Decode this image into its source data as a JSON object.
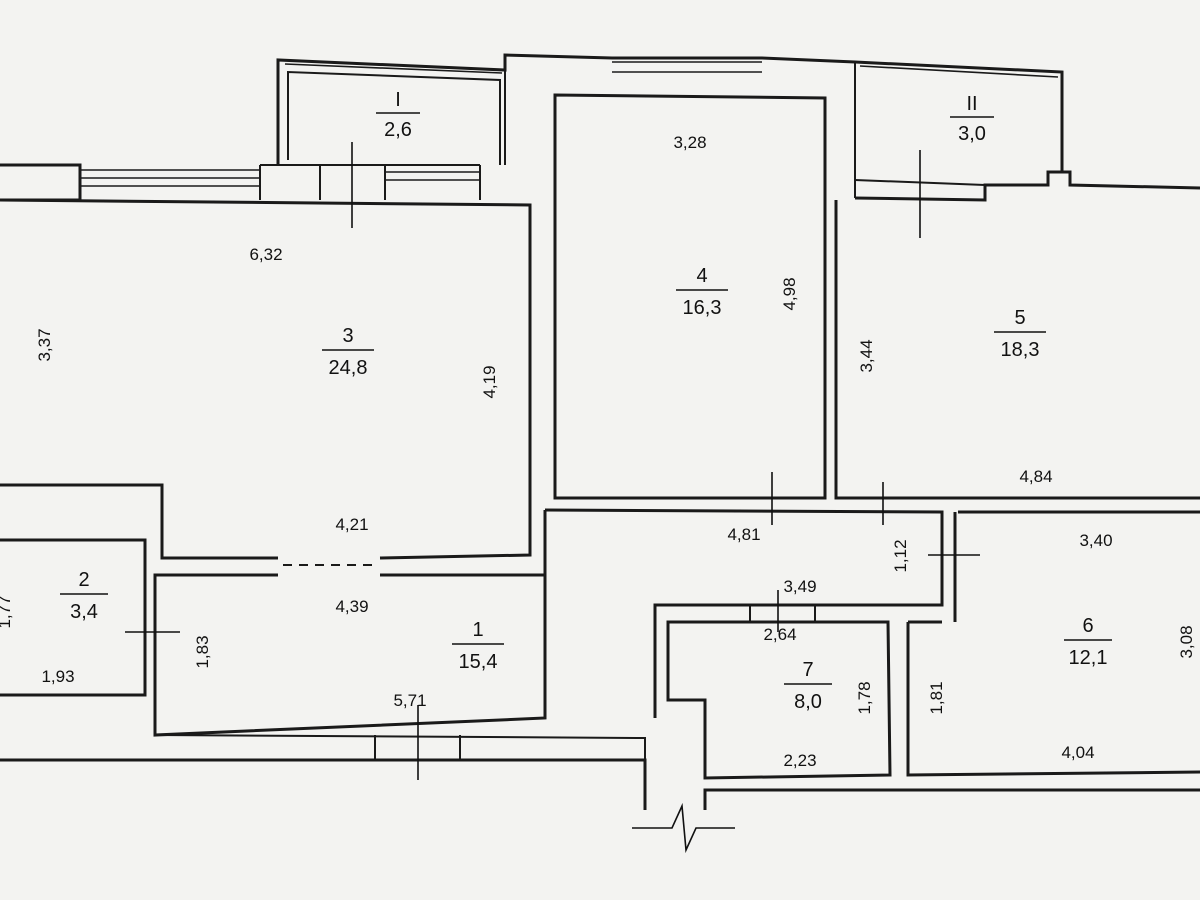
{
  "rooms": [
    {
      "id": "r1",
      "number": "1",
      "area": "15,4"
    },
    {
      "id": "r2",
      "number": "2",
      "area": "3,4"
    },
    {
      "id": "r3",
      "number": "3",
      "area": "24,8"
    },
    {
      "id": "r4",
      "number": "4",
      "area": "16,3"
    },
    {
      "id": "r5",
      "number": "5",
      "area": "18,3"
    },
    {
      "id": "r6",
      "number": "6",
      "area": "12,1"
    },
    {
      "id": "r7",
      "number": "7",
      "area": "8,0"
    },
    {
      "id": "bI",
      "number": "I",
      "area": "2,6"
    },
    {
      "id": "bII",
      "number": "II",
      "area": "3,0"
    }
  ],
  "dimensions": {
    "r3_top": "6,32",
    "r3_left": "3,37",
    "r3_right": "4,19",
    "r3_bottom": "4,21",
    "r4_top": "3,28",
    "r4_right": "4,98",
    "r5_left": "3,44",
    "r5_bottom": "4,84",
    "hall_top": "4,81",
    "hall_width": "1,12",
    "hall_mid": "3,49",
    "r1_top": "4,39",
    "r1_left": "1,83",
    "r1_bottom": "5,71",
    "r2_left": "1,77",
    "r2_bottom": "1,93",
    "r7_top": "2,64",
    "r7_right": "1,78",
    "r7_bottom": "2,23",
    "r6_top": "3,40",
    "r6_left": "1,81",
    "r6_right": "3,08",
    "r6_bottom": "4,04"
  }
}
